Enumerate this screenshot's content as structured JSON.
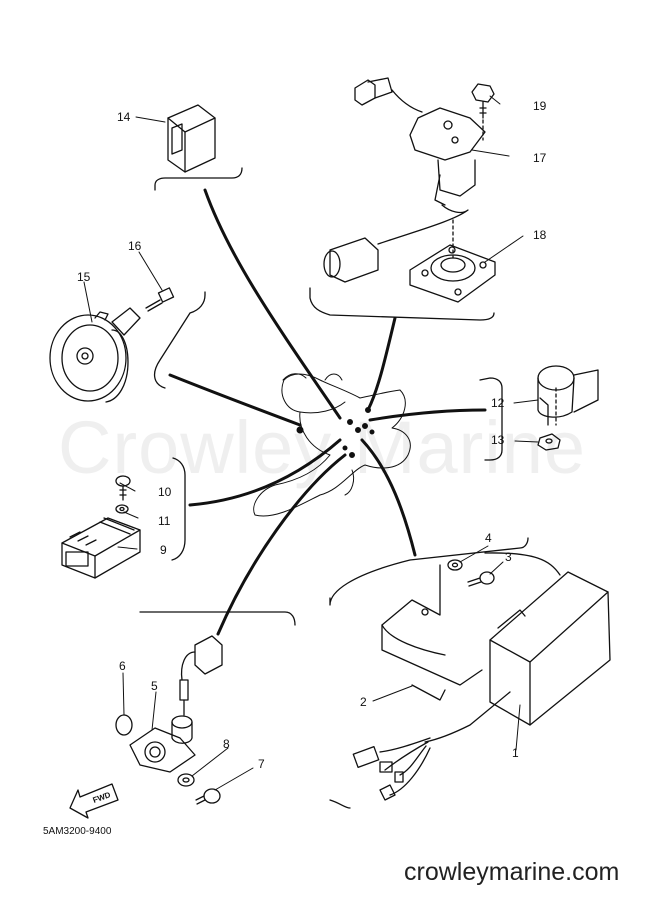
{
  "watermark_text": "Crowley Marine",
  "diagram_code": "5AM3200-9400",
  "site_text": "crowleymarine.com",
  "fwd_label": "FWD",
  "callouts": {
    "c1": "1",
    "c2": "2",
    "c3": "3",
    "c4": "4",
    "c5": "5",
    "c6": "6",
    "c7": "7",
    "c8": "8",
    "c9": "9",
    "c10": "10",
    "c11": "11",
    "c12": "12",
    "c13": "13",
    "c14": "14",
    "c15": "15",
    "c16": "16",
    "c17": "17",
    "c18": "18",
    "c19": "19"
  }
}
